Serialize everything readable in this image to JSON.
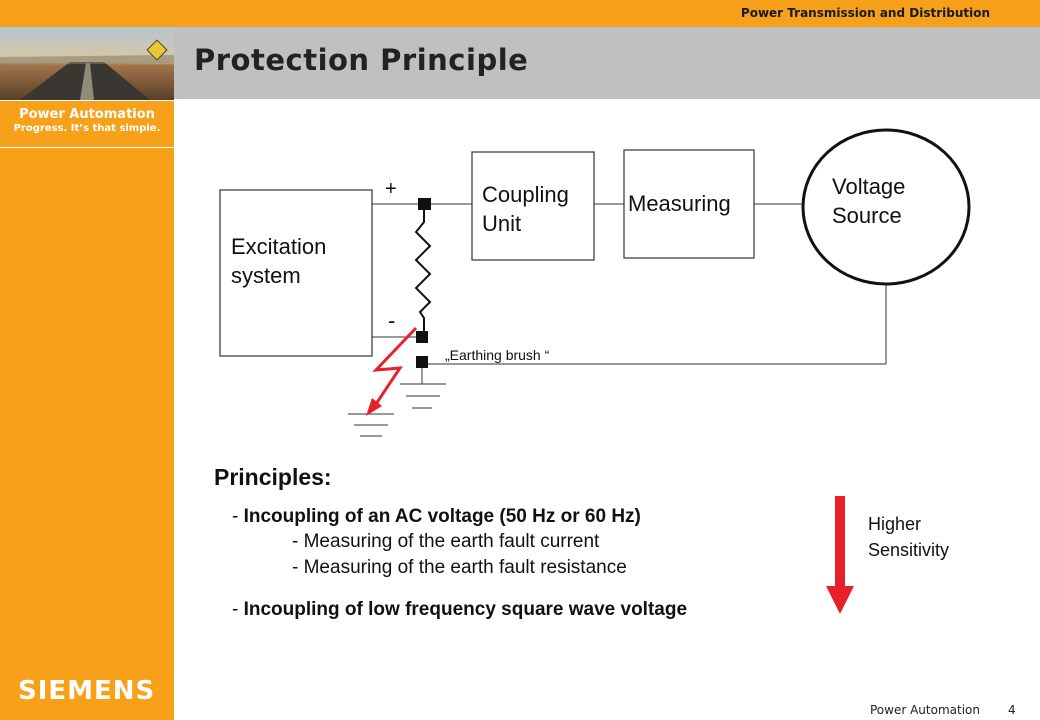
{
  "header": {
    "org": "Power Transmission and Distribution"
  },
  "title": "Protection Principle",
  "sidebar": {
    "tagline_title": "Power Automation",
    "tagline_sub": "Progress. It’s that simple.",
    "logo": "SIEMENS"
  },
  "diagram": {
    "excitation_line1": "Excitation",
    "excitation_line2": "system",
    "coupling_line1": "Coupling",
    "coupling_line2": "Unit",
    "measuring": "Measuring",
    "voltage_line1": "Voltage",
    "voltage_line2": "Source",
    "plus": "+",
    "minus": "-",
    "earthing_brush": "„Earthing brush “"
  },
  "principles": {
    "heading": "Principles:",
    "item1": "Incoupling of an AC voltage (50 Hz or 60 Hz)",
    "sub1": "- Measuring of the earth fault current",
    "sub2": "- Measuring of the earth fault resistance",
    "item2": "Incoupling of low frequency square wave voltage",
    "dash": "- "
  },
  "sensitivity": {
    "line1": "Higher",
    "line2": "Sensitivity"
  },
  "footer": {
    "label": "Power Automation",
    "page": "4"
  },
  "colors": {
    "accent": "#f7a11a",
    "band": "#c0c0c0",
    "arrow": "#e8202a"
  }
}
